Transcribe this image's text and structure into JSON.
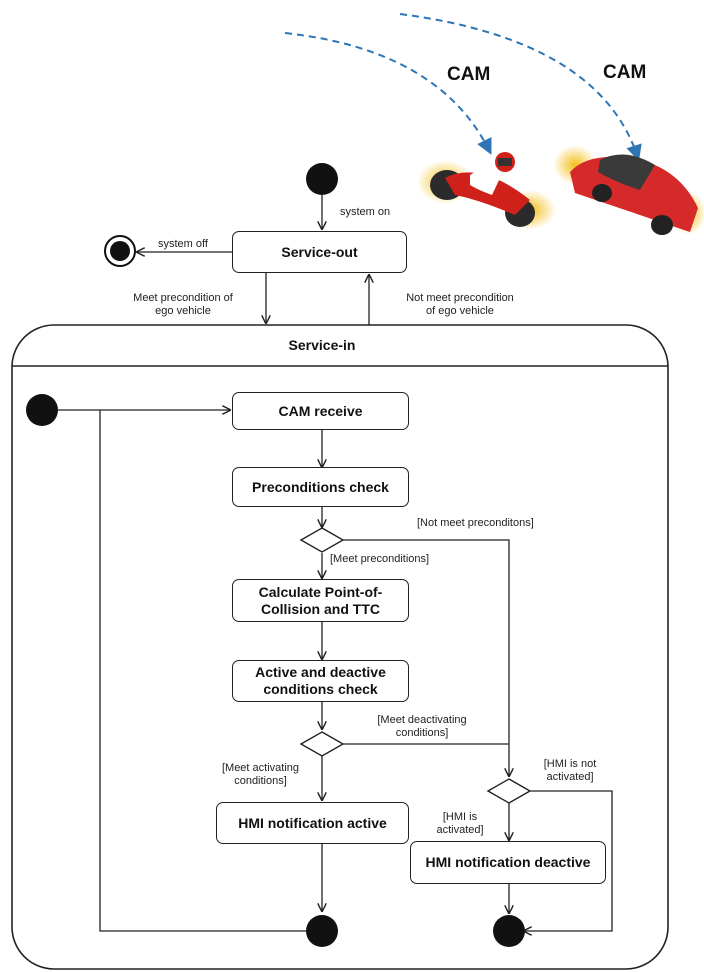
{
  "cam_labels": [
    "CAM",
    "CAM"
  ],
  "states": {
    "service_out": "Service-out",
    "service_in": "Service-in",
    "cam_receive": "CAM receive",
    "preconditions_check": "Preconditions check",
    "calculate": "Calculate Point-of-Collision and TTC",
    "active_deactive_check": "Active and deactive conditions check",
    "hmi_active": "HMI notification active",
    "hmi_deactive": "HMI notification deactive"
  },
  "transitions": {
    "system_on": "system on",
    "system_off": "system off",
    "meet_precondition_ego_l1": "Meet precondition of",
    "meet_precondition_ego_l2": "ego vehicle",
    "not_meet_precondition_ego_l1": "Not meet precondition",
    "not_meet_precondition_ego_l2": "of ego vehicle"
  },
  "guards": {
    "not_meet_preconditions": "[Not meet preconditons]",
    "meet_preconditions": "[Meet preconditions]",
    "meet_deactivating_l1": "[Meet deactivating",
    "meet_deactivating_l2": "conditions]",
    "meet_activating_l1": "[Meet activating",
    "meet_activating_l2": "conditions]",
    "hmi_not_activated_l1": "[HMI is not",
    "hmi_not_activated_l2": "activated]",
    "hmi_activated_l1": "[HMI is",
    "hmi_activated_l2": "activated]"
  },
  "colors": {
    "line": "#222222",
    "cam_arrow": "#2e75b6",
    "motorcycle_red": "#d0201a",
    "car_red": "#d62a2a",
    "motion_glow": "#f2b800"
  }
}
